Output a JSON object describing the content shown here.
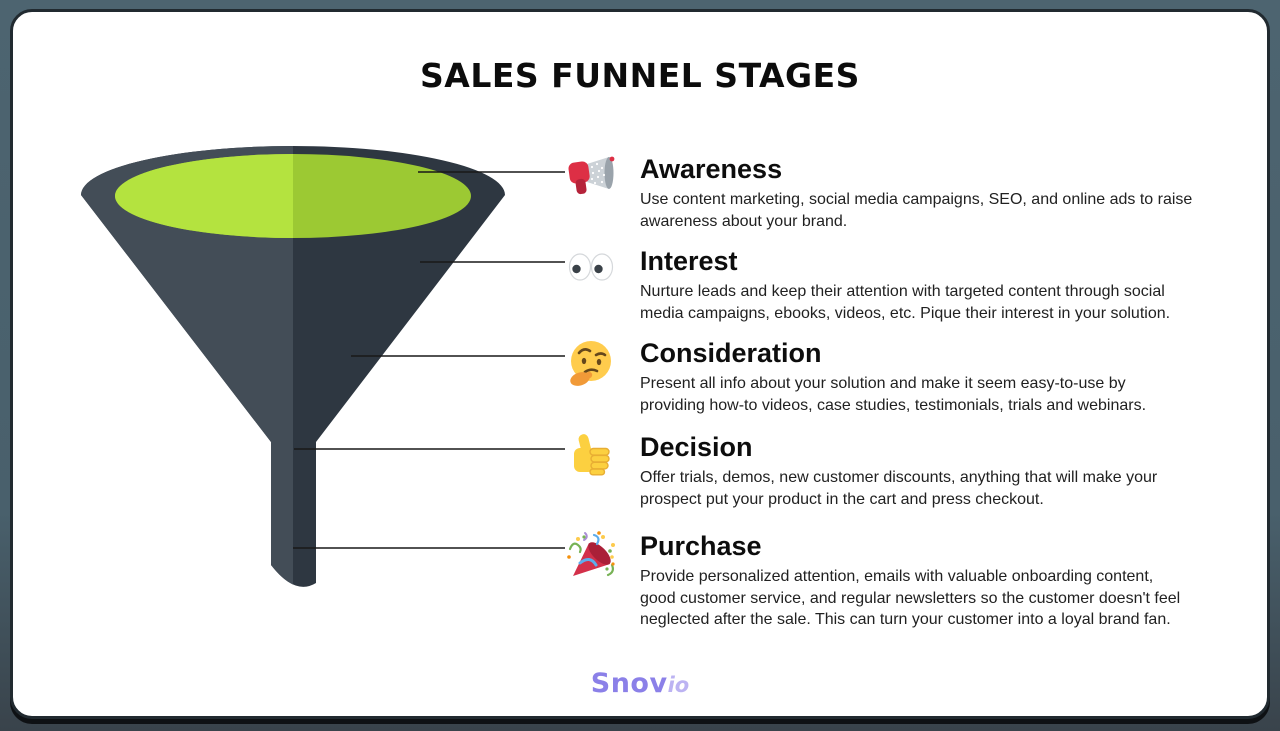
{
  "title": "SALES FUNNEL STAGES",
  "colors": {
    "page_background": "#4d6470",
    "card_background": "#ffffff",
    "card_border": "#212a30"
  },
  "funnel": {
    "colors": {
      "cone_left": "#434d57",
      "cone_right": "#2e3741",
      "green_left": "#b4e33f",
      "green_right": "#9cc933",
      "connector": "#181818"
    }
  },
  "stages": [
    {
      "name": "Awareness",
      "icon": "megaphone-emoji",
      "description": "Use content marketing, social media campaigns, SEO, and online ads to raise\nawareness about your brand."
    },
    {
      "name": "Interest",
      "icon": "eyes-emoji",
      "description": "Nurture leads and keep their attention with targeted content through social\nmedia campaigns, ebooks, videos, etc. Pique their interest in your solution."
    },
    {
      "name": "Consideration",
      "icon": "thinking-face-emoji",
      "description": "Present all info about your solution and make it seem easy-to-use by\nproviding how-to videos, case studies, testimonials, trials and webinars."
    },
    {
      "name": "Decision",
      "icon": "thumbs-up-emoji",
      "description": "Offer trials, demos, new customer discounts, anything that will make your\nprospect put your product in the cart and press checkout."
    },
    {
      "name": "Purchase",
      "icon": "party-popper-emoji",
      "description": "Provide personalized attention, emails with valuable onboarding content,\ngood customer service, and regular newsletters so the customer doesn't feel\nneglected after the sale. This can turn your customer into a loyal brand fan."
    }
  ],
  "brand": {
    "name": "Snov",
    "suffix": "io",
    "name_color": "#8b80e8",
    "suffix_color": "#bcb3f2"
  }
}
